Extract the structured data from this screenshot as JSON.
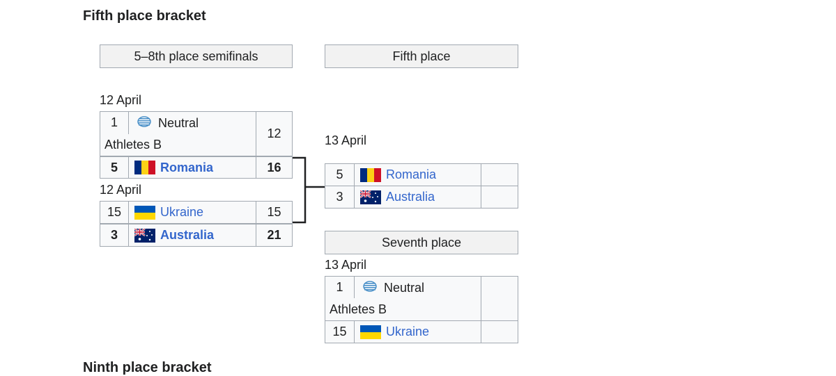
{
  "headings": {
    "fifth_bracket": "Fifth place bracket",
    "ninth_bracket": "Ninth place bracket"
  },
  "round_headers": {
    "semis": "5–8th place semifinals",
    "fifth": "Fifth place",
    "seventh": "Seventh place"
  },
  "semi1": {
    "date": "12 April",
    "team1": {
      "seed": "1",
      "name_line1": "Neutral",
      "name_line2": "Athletes B",
      "score": "12",
      "icon": "neutral-athletes-icon"
    },
    "team2": {
      "seed": "5",
      "name": "Romania",
      "score": "16",
      "flag": "romania-flag-icon",
      "winner": true
    }
  },
  "semi2": {
    "date": "12 April",
    "team1": {
      "seed": "15",
      "name": "Ukraine",
      "score": "15",
      "flag": "ukraine-flag-icon"
    },
    "team2": {
      "seed": "3",
      "name": "Australia",
      "score": "21",
      "flag": "australia-flag-icon",
      "winner": true
    }
  },
  "fifth_match": {
    "date": "13 April",
    "team1": {
      "seed": "5",
      "name": "Romania",
      "score": "",
      "flag": "romania-flag-icon"
    },
    "team2": {
      "seed": "3",
      "name": "Australia",
      "score": "",
      "flag": "australia-flag-icon"
    }
  },
  "seventh_match": {
    "date": "13 April",
    "team1": {
      "seed": "1",
      "name_line1": "Neutral",
      "name_line2": "Athletes B",
      "score": "",
      "icon": "neutral-athletes-icon"
    },
    "team2": {
      "seed": "15",
      "name": "Ukraine",
      "score": "",
      "flag": "ukraine-flag-icon"
    }
  },
  "colors": {
    "link": "#3366cc",
    "cell_bg": "#f8f9fa",
    "header_bg": "#f2f2f2",
    "border": "#a2a9b1",
    "romania": [
      "#002b7f",
      "#fcd116",
      "#ce1126"
    ],
    "ukraine": [
      "#0057b7",
      "#ffd700"
    ],
    "australia_blue": "#012169"
  }
}
